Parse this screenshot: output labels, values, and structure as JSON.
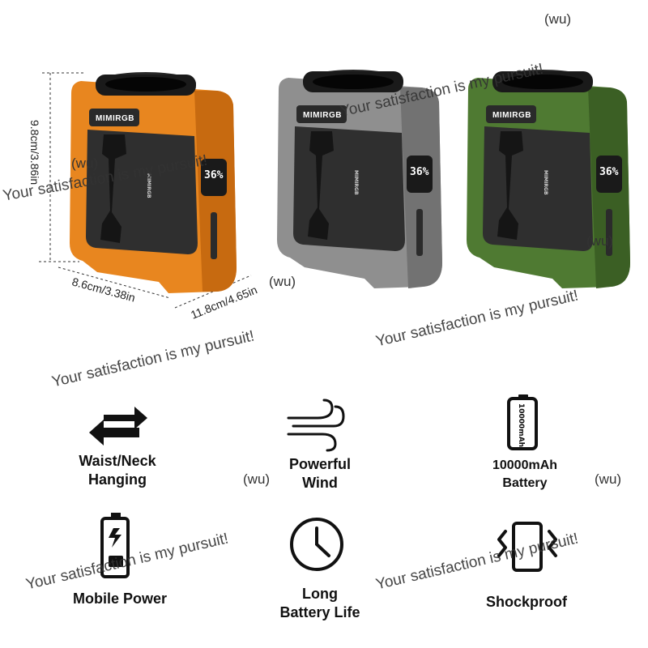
{
  "dimensions": {
    "height": "9.8cm/3.86in",
    "width": "8.6cm/3.38in",
    "depth": "11.8cm/4.65in"
  },
  "products": [
    {
      "name": "orange-fan",
      "brand": "MIMIRGB",
      "screen": "36%",
      "color": "#e8861f",
      "shade": "#c76a10"
    },
    {
      "name": "gray-fan",
      "brand": "MIMIRGB",
      "screen": "36%",
      "color": "#8f8f8f",
      "shade": "#727272"
    },
    {
      "name": "green-fan",
      "brand": "MIMIRGB",
      "screen": "36%",
      "color": "#4f7a32",
      "shade": "#3b5f24"
    }
  ],
  "features": [
    {
      "id": "waist-neck",
      "line1": "Waist/Neck",
      "line2": "Hanging",
      "icon": "swap-arrows-icon"
    },
    {
      "id": "wind",
      "line1": "Powerful",
      "line2": "Wind",
      "icon": "wind-icon"
    },
    {
      "id": "battery",
      "line1": "10000mAh",
      "line2": "Battery",
      "icon": "battery-icon",
      "icon_text": "10000mAh"
    },
    {
      "id": "mobile-power",
      "line1": "Mobile Power",
      "line2": "",
      "icon": "charging-phone-icon"
    },
    {
      "id": "battery-life",
      "line1": "Long",
      "line2": "Battery Life",
      "icon": "clock-icon"
    },
    {
      "id": "shockproof",
      "line1": "Shockproof",
      "line2": "",
      "icon": "vibrating-phone-icon"
    }
  ],
  "watermark": {
    "text": "Your satisfaction is my pursuit!",
    "tag": "(wu)"
  }
}
